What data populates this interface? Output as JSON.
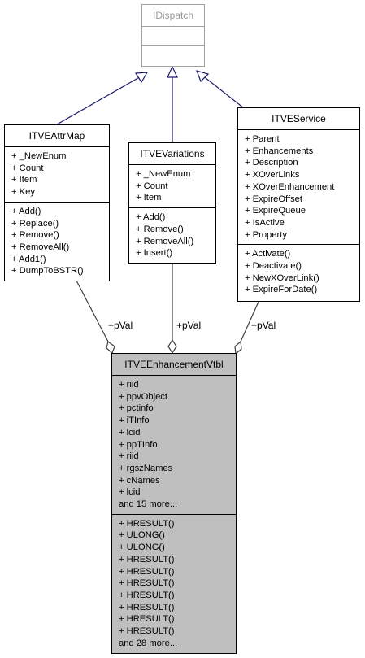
{
  "diagram": {
    "idispatch": {
      "title": "IDispatch"
    },
    "attrmap": {
      "title": "ITVEAttrMap",
      "attributes": [
        "+ _NewEnum",
        "+ Count",
        "+ Item",
        "+ Key"
      ],
      "methods": [
        "+ Add()",
        "+ Replace()",
        "+ Remove()",
        "+ RemoveAll()",
        "+ Add1()",
        "+ DumpToBSTR()"
      ]
    },
    "variations": {
      "title": "ITVEVariations",
      "attributes": [
        "+ _NewEnum",
        "+ Count",
        "+ Item"
      ],
      "methods": [
        "+ Add()",
        "+ Remove()",
        "+ RemoveAll()",
        "+ Insert()"
      ]
    },
    "service": {
      "title": "ITVEService",
      "attributes": [
        "+ Parent",
        "+ Enhancements",
        "+ Description",
        "+ XOverLinks",
        "+ XOverEnhancement",
        "+ ExpireOffset",
        "+ ExpireQueue",
        "+ IsActive",
        "+ Property"
      ],
      "methods": [
        "+ Activate()",
        "+ Deactivate()",
        "+ NewXOverLink()",
        "+ ExpireForDate()"
      ]
    },
    "vtbl": {
      "title": "ITVEEnhancementVtbl",
      "attributes": [
        "+ riid",
        "+ ppvObject",
        "+ pctinfo",
        "+ iTInfo",
        "+ lcid",
        "+ ppTInfo",
        "+ riid",
        "+ rgszNames",
        "+ cNames",
        "+ lcid",
        "and 15 more..."
      ],
      "methods": [
        "+ HRESULT()",
        "+ ULONG()",
        "+ ULONG()",
        "+ HRESULT()",
        "+ HRESULT()",
        "+ HRESULT()",
        "+ HRESULT()",
        "+ HRESULT()",
        "+ HRESULT()",
        "+ HRESULT()",
        "and 28 more..."
      ]
    },
    "edge_labels": {
      "attrmap_to_vtbl": "+pVal",
      "variations_to_vtbl": "+pVal",
      "service_to_vtbl": "+pVal"
    },
    "colors": {
      "inheritance_edge": "#191970",
      "association_edge": "#404040",
      "highlight_fill": "#bfbfbf",
      "faded_border": "#a0a0a0"
    }
  }
}
